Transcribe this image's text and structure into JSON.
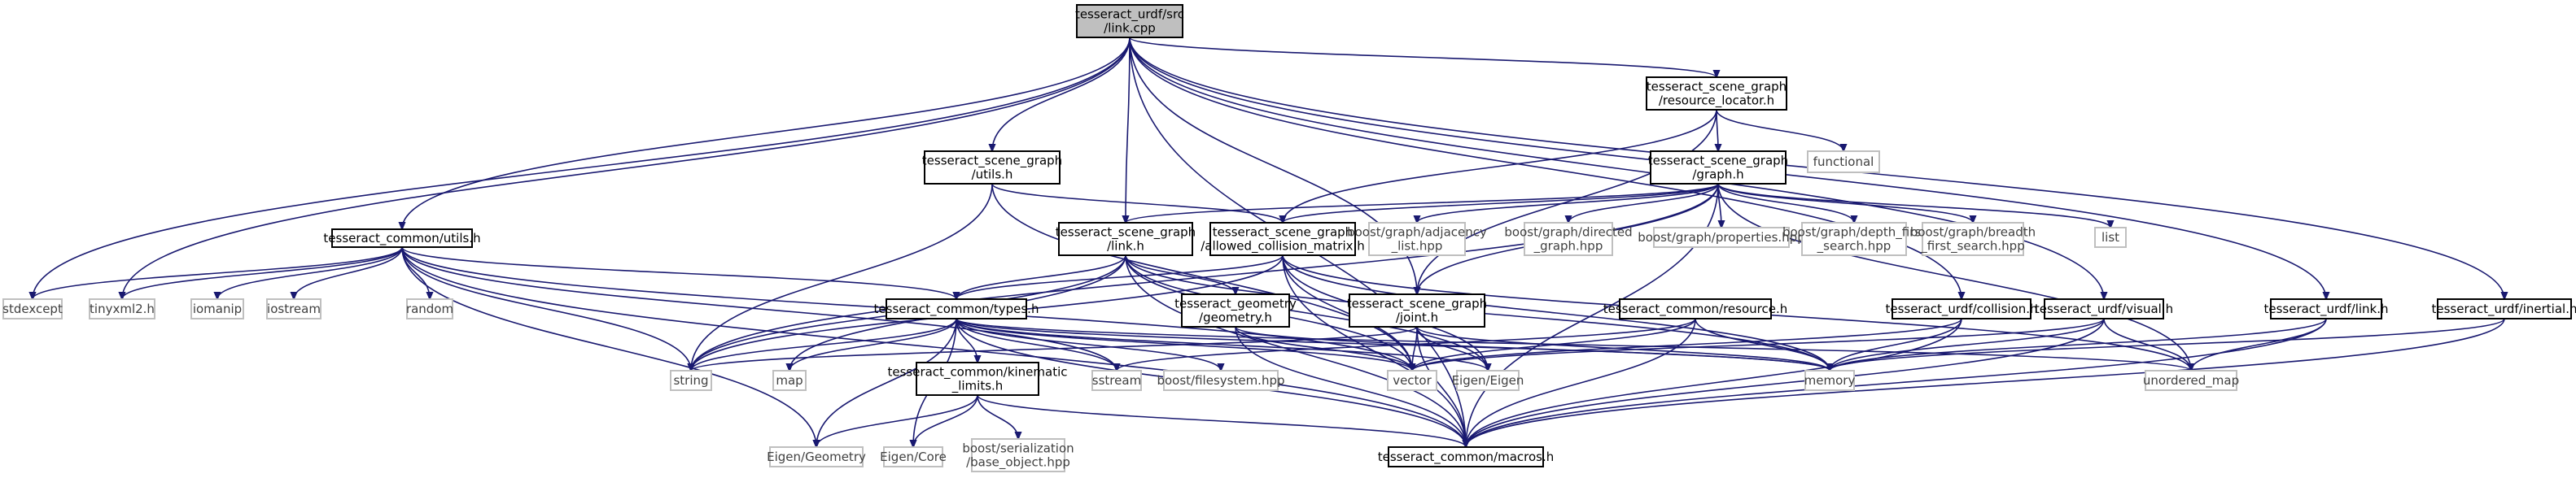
{
  "graph": {
    "nodes": [
      {
        "id": "root",
        "kind": "root",
        "label": [
          "tesseract_urdf/src",
          "/link.cpp"
        ]
      },
      {
        "id": "rl",
        "kind": "internal",
        "label": [
          "tesseract_scene_graph",
          "/resource_locator.h"
        ]
      },
      {
        "id": "sgu",
        "kind": "internal",
        "label": [
          "tesseract_scene_graph",
          "/utils.h"
        ]
      },
      {
        "id": "sgg",
        "kind": "internal",
        "label": [
          "tesseract_scene_graph",
          "/graph.h"
        ]
      },
      {
        "id": "func",
        "kind": "external",
        "label": [
          "functional"
        ]
      },
      {
        "id": "cu",
        "kind": "internal",
        "label": [
          "tesseract_common/utils.h"
        ]
      },
      {
        "id": "sgl",
        "kind": "internal",
        "label": [
          "tesseract_scene_graph",
          "/link.h"
        ]
      },
      {
        "id": "acm",
        "kind": "internal",
        "label": [
          "tesseract_scene_graph",
          "/allowed_collision_matrix.h"
        ]
      },
      {
        "id": "badj",
        "kind": "external",
        "label": [
          "boost/graph/adjacency",
          "_list.hpp"
        ]
      },
      {
        "id": "bdir",
        "kind": "external",
        "label": [
          "boost/graph/directed",
          "_graph.hpp"
        ]
      },
      {
        "id": "bprop",
        "kind": "external",
        "label": [
          "boost/graph/properties.hpp"
        ]
      },
      {
        "id": "bdfs",
        "kind": "external",
        "label": [
          "boost/graph/depth_first",
          "_search.hpp"
        ]
      },
      {
        "id": "bbfs",
        "kind": "external",
        "label": [
          "boost/graph/breadth",
          "_first_search.hpp"
        ]
      },
      {
        "id": "list",
        "kind": "external",
        "label": [
          "list"
        ]
      },
      {
        "id": "stdexc",
        "kind": "external",
        "label": [
          "stdexcept"
        ]
      },
      {
        "id": "txml",
        "kind": "external",
        "label": [
          "tinyxml2.h"
        ]
      },
      {
        "id": "ioman",
        "kind": "external",
        "label": [
          "iomanip"
        ]
      },
      {
        "id": "iostr",
        "kind": "external",
        "label": [
          "iostream"
        ]
      },
      {
        "id": "rand",
        "kind": "external",
        "label": [
          "random"
        ]
      },
      {
        "id": "ct",
        "kind": "internal",
        "label": [
          "tesseract_common/types.h"
        ]
      },
      {
        "id": "geo",
        "kind": "internal",
        "label": [
          "tesseract_geometry",
          "/geometry.h"
        ]
      },
      {
        "id": "sgj",
        "kind": "internal",
        "label": [
          "tesseract_scene_graph",
          "/joint.h"
        ]
      },
      {
        "id": "res",
        "kind": "internal",
        "label": [
          "tesseract_common/resource.h"
        ]
      },
      {
        "id": "col",
        "kind": "internal",
        "label": [
          "tesseract_urdf/collision.h"
        ]
      },
      {
        "id": "vis",
        "kind": "internal",
        "label": [
          "tesseract_urdf/visual.h"
        ]
      },
      {
        "id": "ulink",
        "kind": "internal",
        "label": [
          "tesseract_urdf/link.h"
        ]
      },
      {
        "id": "inert",
        "kind": "internal",
        "label": [
          "tesseract_urdf/inertial.h"
        ]
      },
      {
        "id": "str",
        "kind": "external",
        "label": [
          "string"
        ]
      },
      {
        "id": "map",
        "kind": "external",
        "label": [
          "map"
        ]
      },
      {
        "id": "ckl",
        "kind": "internal",
        "label": [
          "tesseract_common/kinematic",
          "_limits.h"
        ]
      },
      {
        "id": "sstr",
        "kind": "external",
        "label": [
          "sstream"
        ]
      },
      {
        "id": "bfs",
        "kind": "external",
        "label": [
          "boost/filesystem.hpp"
        ]
      },
      {
        "id": "vec",
        "kind": "external",
        "label": [
          "vector"
        ]
      },
      {
        "id": "eig",
        "kind": "external",
        "label": [
          "Eigen/Eigen"
        ]
      },
      {
        "id": "mem",
        "kind": "external",
        "label": [
          "memory"
        ]
      },
      {
        "id": "umap",
        "kind": "external",
        "label": [
          "unordered_map"
        ]
      },
      {
        "id": "egeo",
        "kind": "external",
        "label": [
          "Eigen/Geometry"
        ]
      },
      {
        "id": "ecore",
        "kind": "external",
        "label": [
          "Eigen/Core"
        ]
      },
      {
        "id": "bser",
        "kind": "external",
        "label": [
          "boost/serialization",
          "/base_object.hpp"
        ]
      },
      {
        "id": "mac",
        "kind": "internal",
        "label": [
          "tesseract_common/macros.h"
        ]
      }
    ],
    "edges": [
      [
        "root",
        "rl"
      ],
      [
        "root",
        "sgu"
      ],
      [
        "root",
        "sgl"
      ],
      [
        "root",
        "cu"
      ],
      [
        "root",
        "stdexc"
      ],
      [
        "root",
        "txml"
      ],
      [
        "root",
        "mac"
      ],
      [
        "root",
        "col"
      ],
      [
        "root",
        "vis"
      ],
      [
        "root",
        "ulink"
      ],
      [
        "root",
        "inert"
      ],
      [
        "root",
        "sgj"
      ],
      [
        "rl",
        "sgg"
      ],
      [
        "rl",
        "func"
      ],
      [
        "rl",
        "acm"
      ],
      [
        "rl",
        "sgj"
      ],
      [
        "sgu",
        "acm"
      ],
      [
        "sgu",
        "str"
      ],
      [
        "sgu",
        "vec"
      ],
      [
        "sgg",
        "sgl"
      ],
      [
        "sgg",
        "acm"
      ],
      [
        "sgg",
        "sgj"
      ],
      [
        "sgg",
        "badj"
      ],
      [
        "sgg",
        "bdir"
      ],
      [
        "sgg",
        "bprop"
      ],
      [
        "sgg",
        "bdfs"
      ],
      [
        "sgg",
        "bbfs"
      ],
      [
        "sgg",
        "list"
      ],
      [
        "sgg",
        "str"
      ],
      [
        "sgg",
        "umap"
      ],
      [
        "sgg",
        "mac"
      ],
      [
        "cu",
        "ct"
      ],
      [
        "cu",
        "stdexc"
      ],
      [
        "cu",
        "txml"
      ],
      [
        "cu",
        "ioman"
      ],
      [
        "cu",
        "iostr"
      ],
      [
        "cu",
        "rand"
      ],
      [
        "cu",
        "str"
      ],
      [
        "cu",
        "sstr"
      ],
      [
        "cu",
        "egeo"
      ],
      [
        "cu",
        "mac"
      ],
      [
        "cu",
        "vec"
      ],
      [
        "sgl",
        "geo"
      ],
      [
        "sgl",
        "ct"
      ],
      [
        "sgl",
        "str"
      ],
      [
        "sgl",
        "map"
      ],
      [
        "sgl",
        "vec"
      ],
      [
        "sgl",
        "eig"
      ],
      [
        "sgl",
        "mem"
      ],
      [
        "sgl",
        "mac"
      ],
      [
        "acm",
        "ct"
      ],
      [
        "acm",
        "str"
      ],
      [
        "acm",
        "vec"
      ],
      [
        "acm",
        "eig"
      ],
      [
        "acm",
        "mem"
      ],
      [
        "acm",
        "mac"
      ],
      [
        "acm",
        "umap"
      ],
      [
        "ct",
        "ckl"
      ],
      [
        "ct",
        "str"
      ],
      [
        "ct",
        "map"
      ],
      [
        "ct",
        "sstr"
      ],
      [
        "ct",
        "bfs"
      ],
      [
        "ct",
        "vec"
      ],
      [
        "ct",
        "eig"
      ],
      [
        "ct",
        "mem"
      ],
      [
        "ct",
        "umap"
      ],
      [
        "ct",
        "egeo"
      ],
      [
        "ct",
        "ecore"
      ],
      [
        "ct",
        "mac"
      ],
      [
        "ckl",
        "egeo"
      ],
      [
        "ckl",
        "ecore"
      ],
      [
        "ckl",
        "bser"
      ],
      [
        "ckl",
        "mac"
      ],
      [
        "geo",
        "vec"
      ],
      [
        "geo",
        "mem"
      ],
      [
        "geo",
        "mac"
      ],
      [
        "sgj",
        "str"
      ],
      [
        "sgj",
        "vec"
      ],
      [
        "sgj",
        "eig"
      ],
      [
        "sgj",
        "mem"
      ],
      [
        "sgj",
        "mac"
      ],
      [
        "res",
        "vec"
      ],
      [
        "res",
        "mem"
      ],
      [
        "res",
        "mac"
      ],
      [
        "res",
        "sstr"
      ],
      [
        "col",
        "vec"
      ],
      [
        "col",
        "mem"
      ],
      [
        "col",
        "mac"
      ],
      [
        "vis",
        "vec"
      ],
      [
        "vis",
        "mem"
      ],
      [
        "vis",
        "mac"
      ],
      [
        "vis",
        "umap"
      ],
      [
        "ulink",
        "mem"
      ],
      [
        "ulink",
        "mac"
      ],
      [
        "ulink",
        "umap"
      ],
      [
        "inert",
        "mem"
      ],
      [
        "inert",
        "mac"
      ]
    ]
  }
}
